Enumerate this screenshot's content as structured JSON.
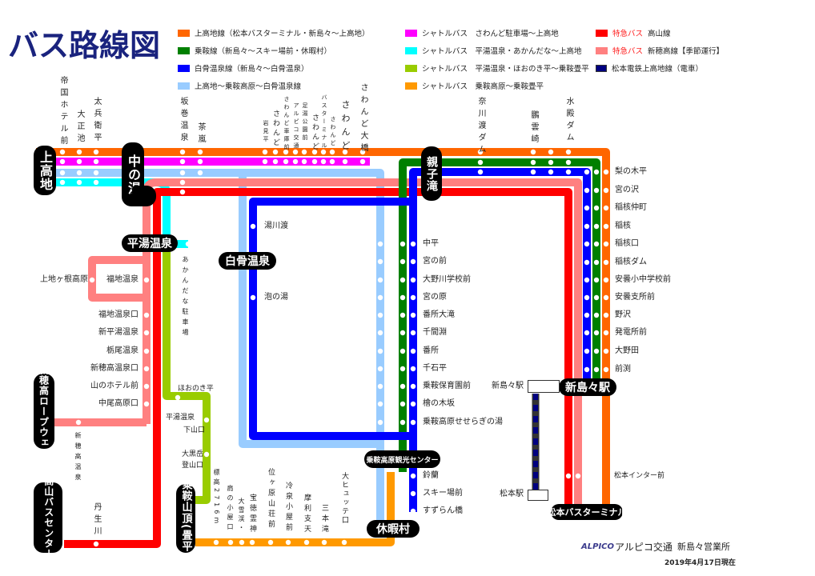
{
  "title": "バス路線図",
  "colors": {
    "kamikochi": "#ff6600",
    "norikura": "#008000",
    "shirahone": "#0000ff",
    "kamikochi_shirahone": "#99ccff",
    "shuttle_sawando": "#ff00ff",
    "shuttle_akandana": "#00ffff",
    "shuttle_honoki": "#99cc00",
    "shuttle_tatamidaira": "#ff9900",
    "takayama": "#ff0000",
    "shinhotaka": "#ff8080",
    "railway": "#000080"
  },
  "legend": [
    {
      "label": "上高地線（松本バスターミナル・新島々～上高地）"
    },
    {
      "label": "乗鞍線（新島々～スキー場前・休暇村）"
    },
    {
      "label": "白骨温泉線（新島々～白骨温泉）"
    },
    {
      "label": "上高地～乗鞍高原～白骨温泉線"
    },
    {
      "label": "シャトルバス　さわんど駐車場～上高地"
    },
    {
      "label": "シャトルバス　平湯温泉・あかんだな～上高地"
    },
    {
      "label": "シャトルバス　平湯温泉・ほおのき平～乗鞍畳平"
    },
    {
      "label": "シャトルバス　乗鞍高原～乗鞍畳平"
    },
    {
      "prefix": "特急バス",
      "label": "高山線"
    },
    {
      "prefix": "特急バス",
      "label": "新穂高線【季節運行】"
    },
    {
      "label": "松本電鉄上高地線（電車）"
    }
  ],
  "hubs": {
    "kamikochi": "上高地",
    "nakanoyu": "中の湯",
    "hirayu": "平湯温泉",
    "shirahone": "白骨温泉",
    "oyakodaki": "親子滝",
    "shinshimashima": "新島々駅",
    "matsumoto_bt": "松本バスターミナル",
    "kyukamura": "休暇村",
    "norikura_center": "乗鞍高原観光センター",
    "norikura_summit": "乗鞍山頂(畳平)",
    "takayama_bc": "高山バスセンター",
    "ropeway": "新穂高ロープウェイ"
  },
  "top_stops": [
    "帝国ホテル前",
    "大正池",
    "太兵衛平",
    "坂巻温泉",
    "茶嵐",
    "岩見平",
    "さわんど",
    "さわんど車庫前",
    "アルピコ交通",
    "足湯公園前",
    "さわんど",
    "バスターミナル",
    "さわんど",
    "さわんど",
    "さわんど大橋",
    "奈川渡ダム",
    "鵬雲崎",
    "水殿ダム"
  ],
  "right_stops": [
    "梨の木平",
    "宮の沢",
    "稲核仲町",
    "稲核",
    "稲核口",
    "稲核ダム",
    "安曇小中学校前",
    "安曇支所前",
    "野沢",
    "発電所前",
    "大野田",
    "前渕"
  ],
  "norikura_stops": [
    "中平",
    "宮の前",
    "大野川学校前",
    "宮の原",
    "番所大滝",
    "千間淵",
    "番所",
    "千石平",
    "乗鞍保育園前",
    "檜の木坂",
    "乗鞍高原せせらぎの湯"
  ],
  "ski_stops": [
    "鈴蘭",
    "スキー場前",
    "すずらん橋"
  ],
  "shirahone_stops": [
    "湯川渡",
    "泡の湯"
  ],
  "left_stops": [
    "上地ヶ根高原",
    "福地温泉",
    "福地温泉口",
    "新平湯温泉",
    "栃尾温泉",
    "新穂高温泉口",
    "山のホテル前",
    "中尾高原口"
  ],
  "shinhotaka_onsen": "新穂高温泉",
  "nyukawa": "丹生川",
  "akandana": "あかんだな駐車場",
  "honoki": "ほおのき平",
  "hirayu_gezan": [
    "平湯温泉",
    "下山口"
  ],
  "daikoku": [
    "大黒岳",
    "登山口"
  ],
  "summit_stops": [
    "標高2716m",
    "肩の小屋口",
    "大雪渓・",
    "宝徳霊神",
    "位ヶ原山荘前",
    "冷泉小屋前",
    "摩利支天",
    "三本滝",
    "大ヒュッテ口"
  ],
  "matsumoto_ic": "松本インター前",
  "rail": {
    "shinshimashima": "新島々駅",
    "matsumoto": "松本駅"
  },
  "footer": {
    "logo": "ALPICO",
    "company": "アルピコ交通",
    "office": "新島々営業所",
    "date": "2019年4月17日現在"
  }
}
